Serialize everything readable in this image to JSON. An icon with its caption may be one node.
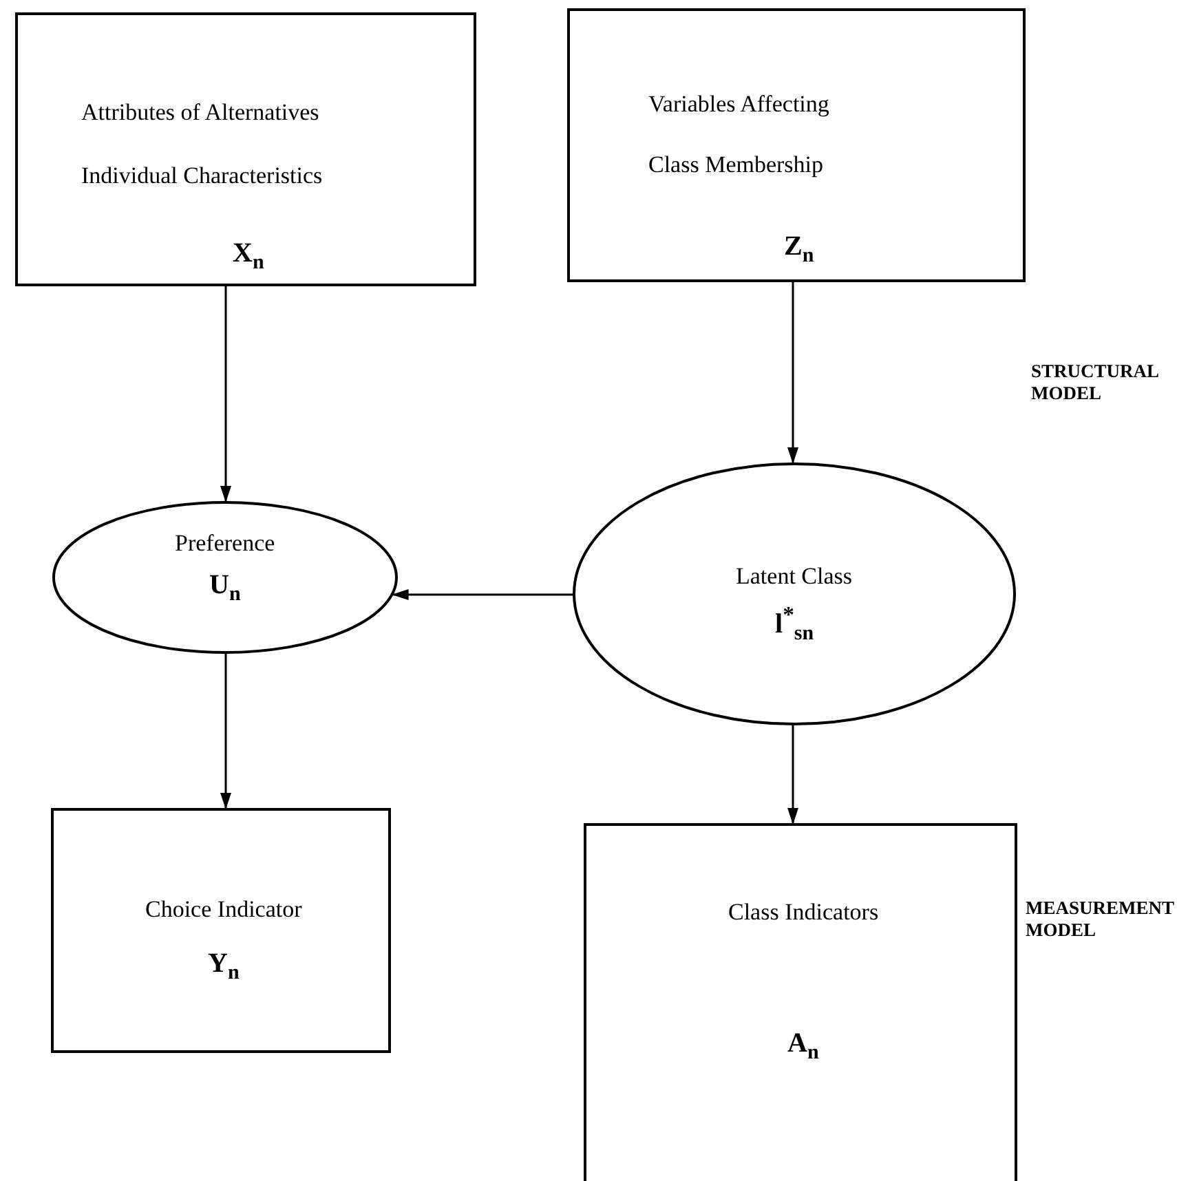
{
  "diagram": {
    "nodes": [
      {
        "text": [
          "Attributes of Alternatives",
          "Individual Characteristics",
          "X$_{n}$"
        ]
      },
      {
        "text": [
          "Variables Affecting Class Membership",
          "Z$_{n}$"
        ]
      },
      {
        "text": [
          "Preference",
          "U$_{n}$"
        ]
      },
      {
        "text": [
          "Latent Class",
          "l$^{*}$$_{sn}$"
        ]
      },
      {
        "text": [
          "Choice Indicator",
          "Y$_{n}$"
        ]
      },
      {
        "text": [
          "Class Indicators",
          "A$_{n}$"
        ]
      }
    ],
    "edges": [
      {
        "from": 0,
        "to": 2,
        "arrow": "to"
      },
      {
        "from": 1,
        "to": 3,
        "arrow": "to"
      },
      {
        "from": 3,
        "to": 2,
        "arrow": "to"
      },
      {
        "from": 2,
        "to": 4,
        "arrow": "to"
      },
      {
        "from": 3,
        "to": 5,
        "arrow": "to"
      }
    ],
    "labels": [
      "STRUCTURAL MODEL",
      "MEASUREMENT MODEL"
    ]
  }
}
